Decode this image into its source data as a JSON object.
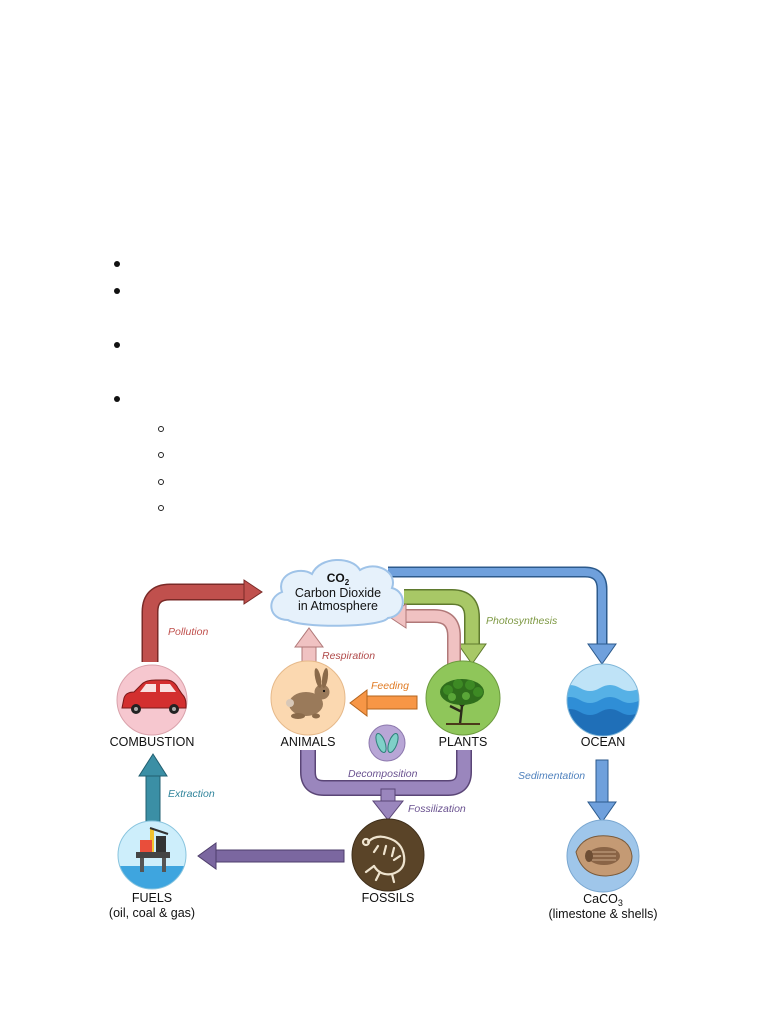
{
  "colors": {
    "pollution": "#c0504d",
    "photosynthesis": "#9bbb59",
    "ocean_arrow": "#4f81bd",
    "respiration": "#e6b0b0",
    "feeding": "#f79646",
    "decomposition": "#8064a2",
    "extraction": "#31859c",
    "sedimentation": "#558ed5"
  },
  "nodes": {
    "atmosphere": {
      "formula": "CO",
      "formula_sub": "2",
      "line1": "Carbon Dioxide",
      "line2": "in Atmosphere",
      "icon": "cloud-icon"
    },
    "combustion": {
      "label": "COMBUSTION",
      "icon": "car-icon"
    },
    "animals": {
      "label": "ANIMALS",
      "icon": "rabbit-icon"
    },
    "plants": {
      "label": "PLANTS",
      "icon": "tree-icon"
    },
    "ocean": {
      "label": "OCEAN",
      "icon": "waves-icon"
    },
    "fuels": {
      "label": "FUELS",
      "sublabel": "(oil, coal & gas)",
      "icon": "oil-rig-icon"
    },
    "fossils": {
      "label": "FOSSILS",
      "icon": "fossil-icon"
    },
    "caco3": {
      "label_main": "CaCO",
      "label_sub": "3",
      "sublabel": "(limestone & shells)",
      "icon": "trilobite-icon"
    }
  },
  "processes": {
    "pollution": "Pollution",
    "photosynthesis": "Photosynthesis",
    "respiration": "Respiration",
    "feeding": "Feeding",
    "extraction": "Extraction",
    "decomposition": "Decomposition",
    "fossilization": "Fossilization",
    "sedimentation": "Sedimentation"
  }
}
